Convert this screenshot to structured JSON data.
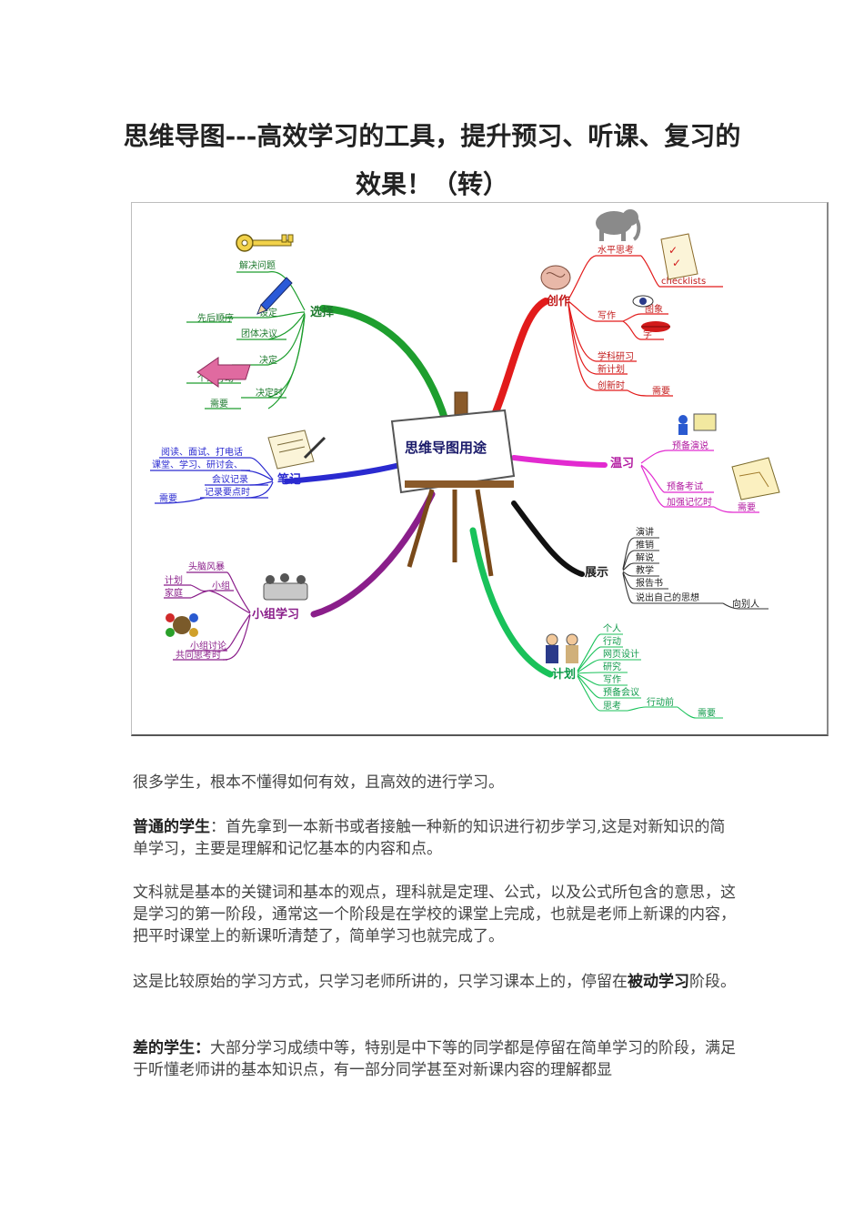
{
  "title_line1": "思维导图---高效学习的工具，提升预习、听课、复习的",
  "title_line2": "效果！（转）",
  "mindmap": {
    "center": "思维导图用途",
    "xuanze": {
      "label": "选择",
      "items": [
        "解决问题",
        "设定",
        "先后顺序",
        "团体决议",
        "决定",
        "个人行动",
        "决定时",
        "需要"
      ]
    },
    "biji": {
      "label": "笔记",
      "items": [
        "阅读、面试、打电话",
        "课堂、学习、研讨会、",
        "会议记录",
        "记录要点时",
        "需要"
      ]
    },
    "xiaozu": {
      "label": "小组学习",
      "items": [
        "头脑风暴",
        "计划",
        "小组",
        "家庭",
        "小组讨论",
        "共同思考时"
      ]
    },
    "chuangzuo": {
      "label": "创作",
      "items": [
        "水平思考",
        "checklists",
        "写作",
        "图象",
        "字",
        "学科研习",
        "新计划",
        "创新时",
        "需要"
      ]
    },
    "wenxi": {
      "label": "温习",
      "items": [
        "预备演说",
        "预备考试",
        "加强记忆时",
        "需要"
      ]
    },
    "zhanshi": {
      "label": "展示",
      "items": [
        "演讲",
        "推销",
        "解说",
        "教学",
        "报告书",
        "说出自己的思想",
        "向别人"
      ]
    },
    "jihua": {
      "label": "计划",
      "items": [
        "个人",
        "行动",
        "网页设计",
        "研究",
        "写作",
        "预备会议",
        "思考",
        "行动前",
        "需要"
      ]
    }
  },
  "p1": "很多学生，根本不懂得如何有效，且高效的进行学习。",
  "p2_bold": "普通的学生",
  "p2_rest": "：首先拿到一本新书或者接触一种新的知识进行初步学习,这是对新知识的简单学习，主要是理解和记忆基本的内容和点。",
  "p3": "文科就是基本的关键词和基本的观点，理科就是定理、公式，以及公式所包含的意思，这是学习的第一阶段，通常这一个阶段是在学校的课堂上完成，也就是老师上新课的内容，把平时课堂上的新课听清楚了，简单学习也就完成了。",
  "p4_pre": "这是比较原始的学习方式，只学习老师所讲的，只学习课本上的，停留在",
  "p4_bold": "被动学习",
  "p4_post": "阶段。",
  "p5_bold": "差的学生：",
  "p5_rest": "大部分学习成绩中等，特别是中下等的同学都是停留在简单学习的阶段，满足于听懂老师讲的基本知识点，有一部分同学甚至对新课内容的理解都显"
}
